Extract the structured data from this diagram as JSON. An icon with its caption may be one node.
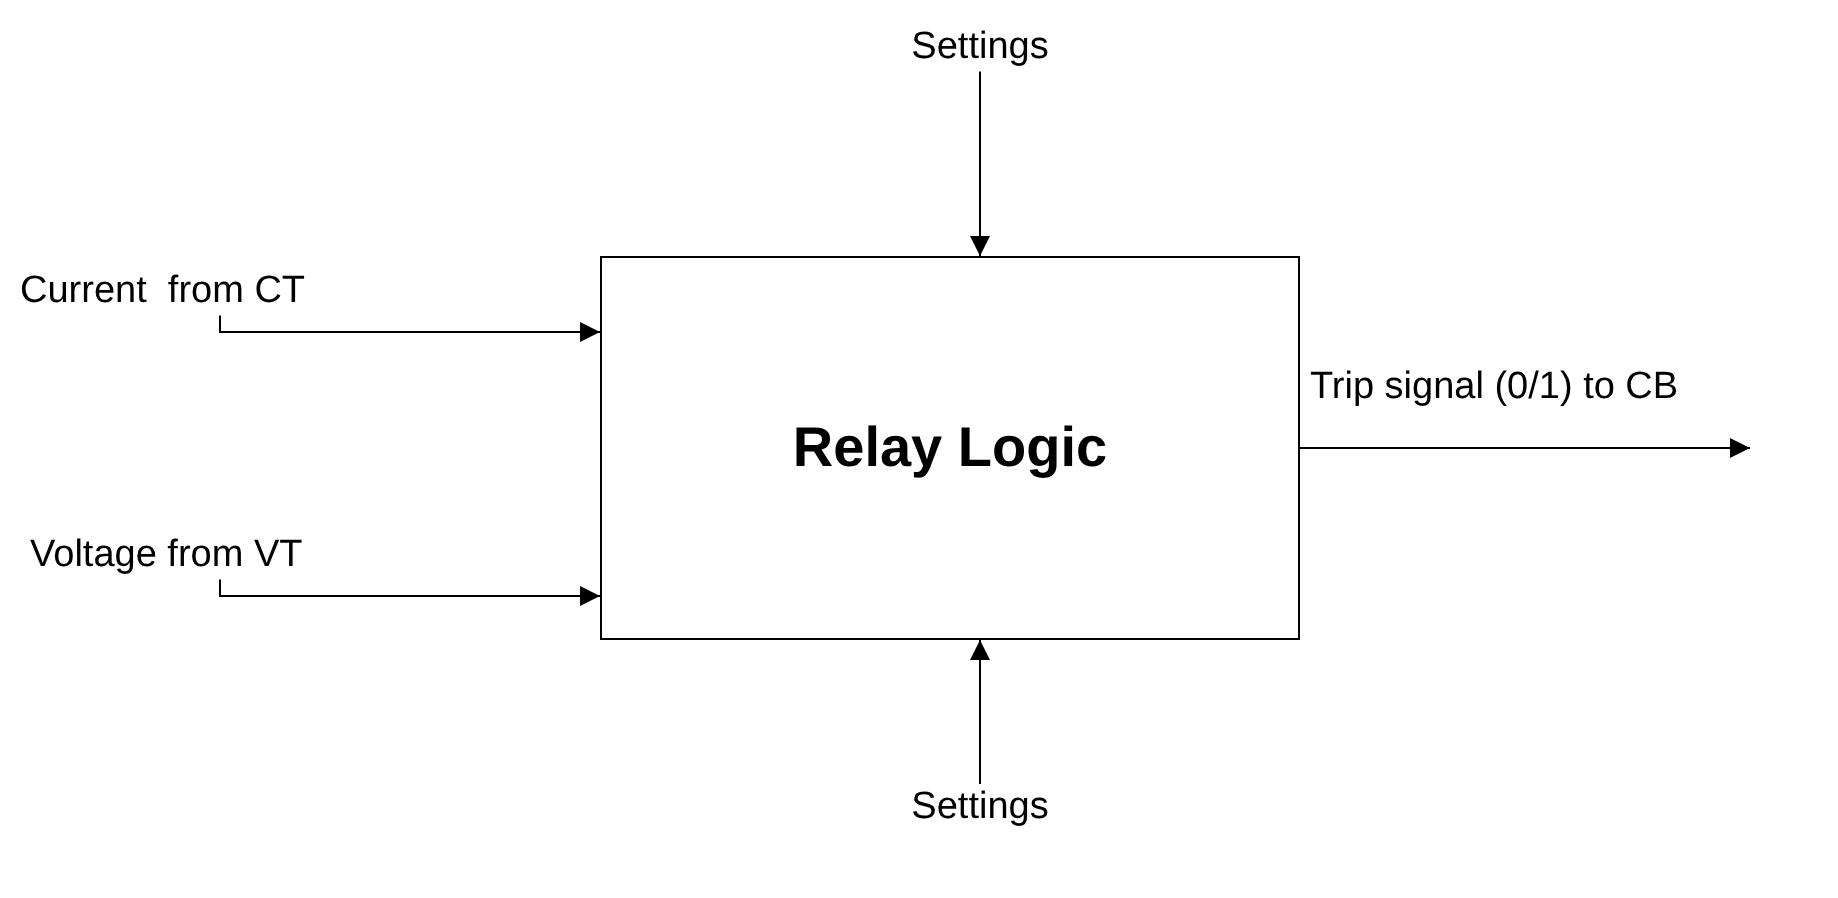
{
  "diagram": {
    "nodes": [
      {
        "text": [
          "Relay Logic"
        ]
      },
      {
        "text": [
          "Settings"
        ]
      },
      {
        "text": [
          "Current  from CT"
        ]
      },
      {
        "text": [
          "Voltage from VT"
        ]
      },
      {
        "text": [
          "Settings"
        ]
      }
    ],
    "edges": [
      {
        "from": 1,
        "to": 0,
        "arrow": "to"
      },
      {
        "from": 2,
        "to": 0,
        "arrow": "to"
      },
      {
        "from": 3,
        "to": 0,
        "arrow": "to"
      },
      {
        "from": 0,
        "to": null,
        "arrow": "to",
        "label": "Trip signal (0/1) to CB"
      },
      {
        "from": 4,
        "to": 0,
        "arrow": "to"
      }
    ]
  }
}
